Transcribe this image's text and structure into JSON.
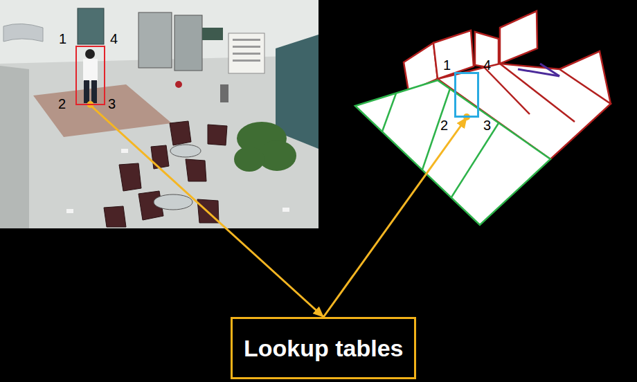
{
  "diagram": {
    "nodes": [
      {
        "text": [
          "1",
          "4",
          "2",
          "3"
        ]
      },
      {
        "text": [
          "1",
          "4",
          "2",
          "3"
        ]
      },
      {
        "text": [
          "Lookup tables"
        ]
      }
    ],
    "edges": [
      {
        "from": 0,
        "to": 2,
        "arrow": "to"
      },
      {
        "from": 2,
        "to": 1,
        "arrow": "to"
      }
    ]
  }
}
